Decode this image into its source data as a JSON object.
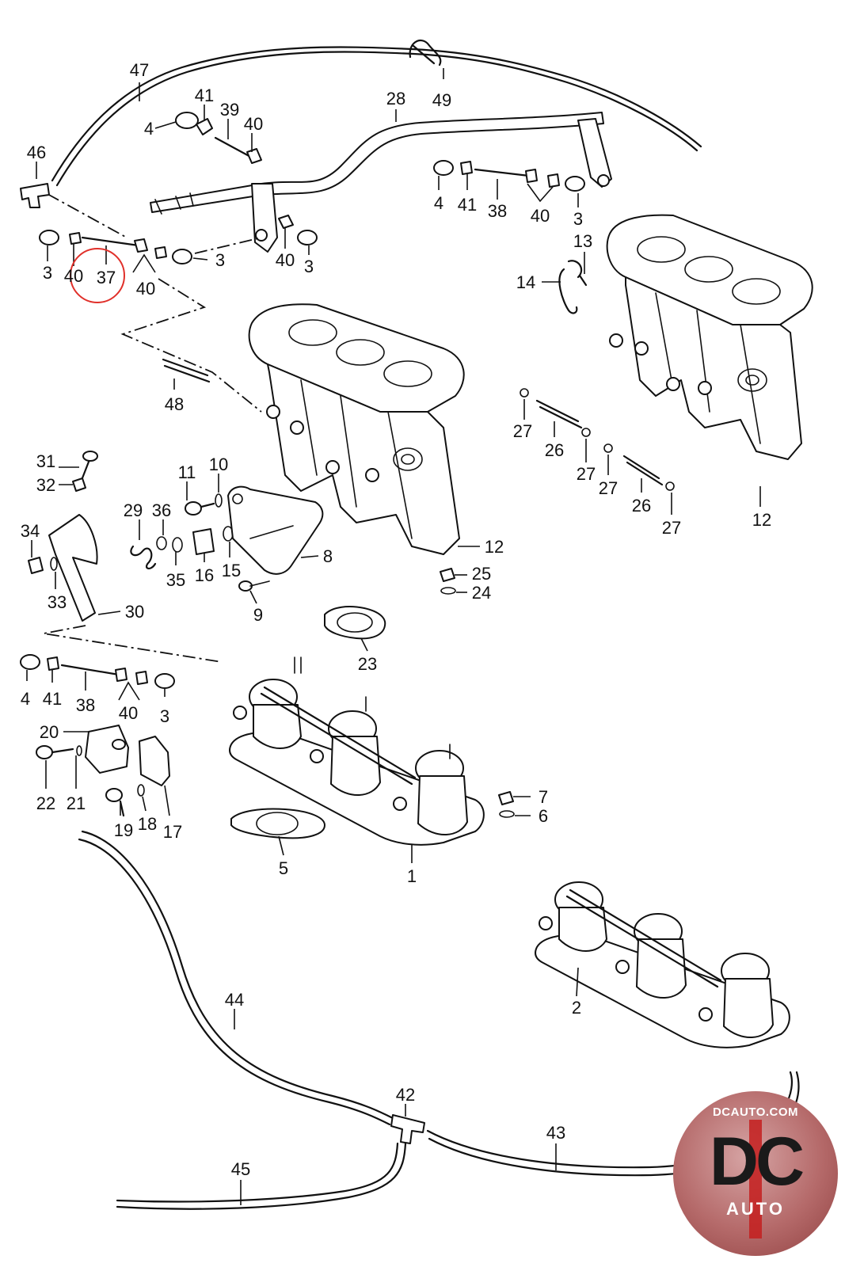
{
  "labels": {
    "p1": "1",
    "p2": "2",
    "p3a": "3",
    "p3b": "3",
    "p3c": "3",
    "p3d": "3",
    "p3e": "3",
    "p4a": "4",
    "p4b": "4",
    "p4c": "4",
    "p5": "5",
    "p6": "6",
    "p7": "7",
    "p8": "8",
    "p9": "9",
    "p10": "10",
    "p11": "11",
    "p12a": "12",
    "p12b": "12",
    "p13": "13",
    "p14": "14",
    "p15": "15",
    "p16": "16",
    "p17": "17",
    "p18": "18",
    "p19": "19",
    "p20": "20",
    "p21": "21",
    "p22": "22",
    "p23": "23",
    "p24": "24",
    "p25": "25",
    "p26a": "26",
    "p26b": "26",
    "p27a": "27",
    "p27b": "27",
    "p27c": "27",
    "p27d": "27",
    "p28": "28",
    "p29": "29",
    "p30": "30",
    "p31": "31",
    "p32": "32",
    "p33": "33",
    "p34": "34",
    "p35": "35",
    "p36": "36",
    "p37": "37",
    "p38a": "38",
    "p38b": "38",
    "p39": "39",
    "p40a": "40",
    "p40b": "40",
    "p40c": "40",
    "p40d": "40",
    "p40e": "40",
    "p40f": "40",
    "p41a": "41",
    "p41b": "41",
    "p41c": "41",
    "p42": "42",
    "p43": "43",
    "p44": "44",
    "p45": "45",
    "p46": "46",
    "p47": "47",
    "p48": "48",
    "p49": "49"
  },
  "highlight": {
    "part": "37",
    "color": "#e0302a"
  },
  "logo": {
    "top_text": "DCAUTO.COM",
    "mark": "DC",
    "bottom_text": "AUTO"
  }
}
